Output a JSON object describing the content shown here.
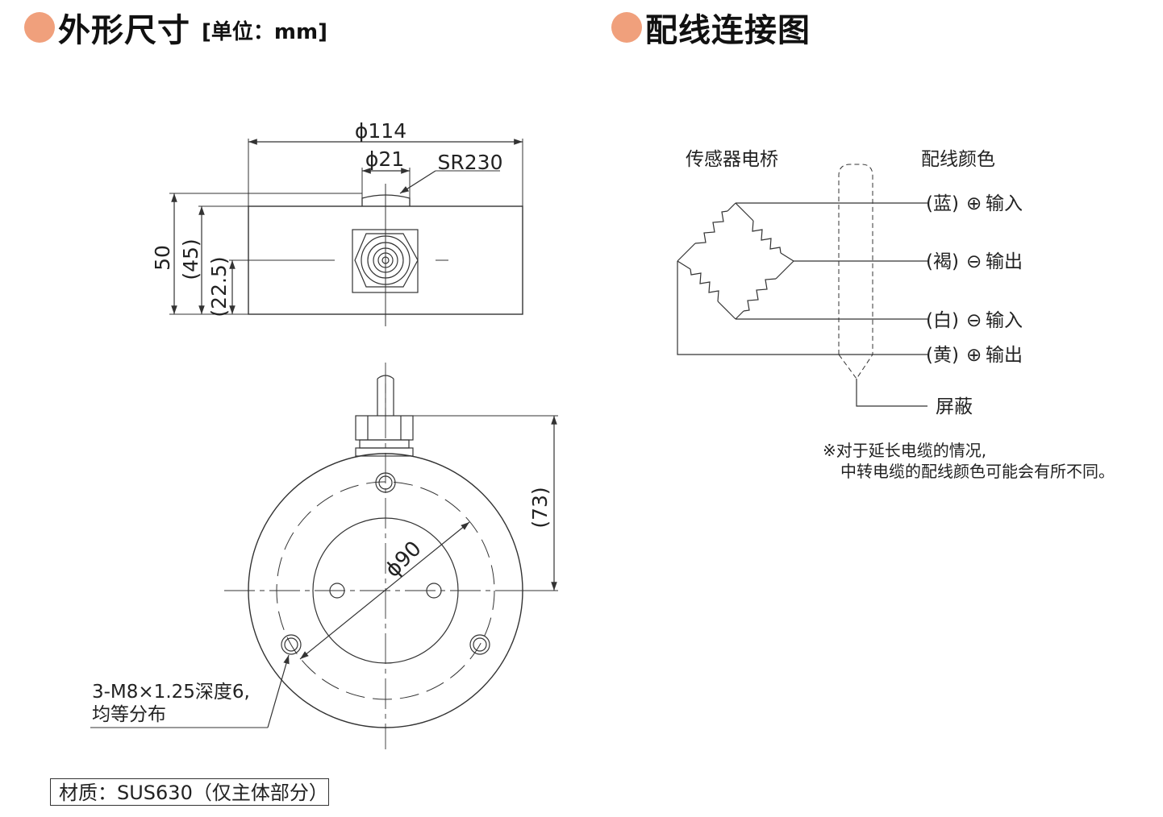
{
  "accent_color": "#f0a07c",
  "dimensions_section": {
    "title": "外形尺寸",
    "unit": "[单位：mm]",
    "dims": {
      "d114": "ϕ114",
      "d21": "ϕ21",
      "sr230": "SR230",
      "h50": "50",
      "h45": "(45)",
      "h22_5": "(22.5)",
      "h73": "(73)",
      "d90": "ϕ90"
    },
    "hole_note_line1": "3-M8×1.25深度6,",
    "hole_note_line2": "均等分布",
    "material": "材质：SUS630（仅主体部分）"
  },
  "wiring_section": {
    "title": "配线连接图",
    "bridge_label": "传感器电桥",
    "color_label": "配线颜色",
    "wires": [
      {
        "color": "(蓝)",
        "symbol": "⊕",
        "signal": "输入"
      },
      {
        "color": "(褐)",
        "symbol": "⊖",
        "signal": "输出"
      },
      {
        "color": "(白)",
        "symbol": "⊖",
        "signal": "输入"
      },
      {
        "color": "(黄)",
        "symbol": "⊕",
        "signal": "输出"
      }
    ],
    "shield_label": "屏蔽",
    "note_line1": "※对于延长电缆的情况,",
    "note_line2": "中转电缆的配线颜色可能会有所不同。"
  }
}
